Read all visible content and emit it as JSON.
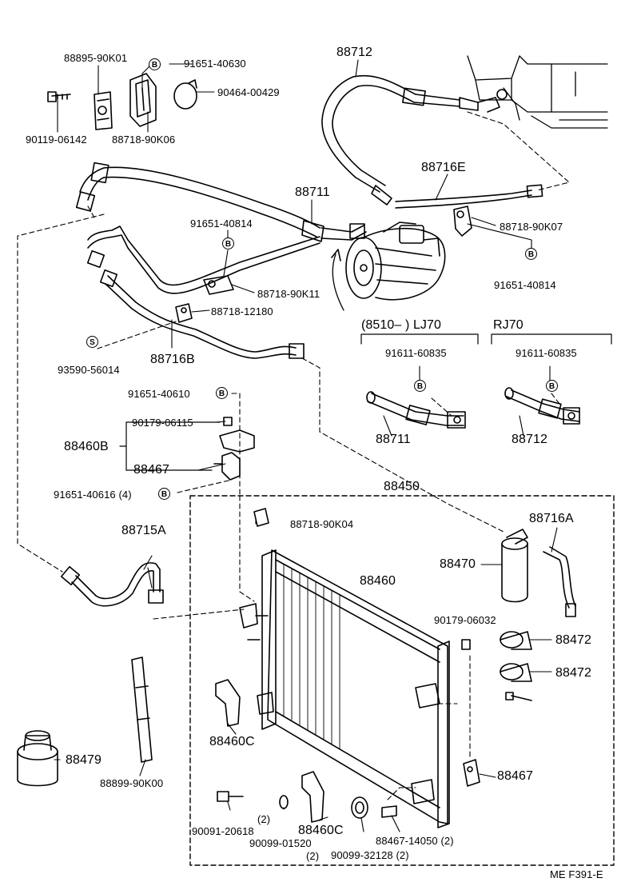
{
  "badges": {
    "b": "B",
    "s": "S"
  },
  "labels": {
    "p88895": "88895-90K01",
    "p91651_40630": "91651-40630",
    "p90464": "90464-00429",
    "p90119": "90119-06142",
    "p88718_90K06": "88718-90K06",
    "p88712_top": "88712",
    "p88716E": "88716E",
    "p88711_top": "88711",
    "p91651_40814_a": "91651-40814",
    "p88718_90K07": "88718-90K07",
    "p91651_40814_b": "91651-40814",
    "p88718_90K11": "88718-90K11",
    "p88718_12180": "88718-12180",
    "p93590": "93590-56014",
    "p88716B": "88716B",
    "p91651_40610": "91651-40610",
    "p90179_06115": "90179-06115",
    "p88460B": "88460B",
    "p88467_a": "88467",
    "p91651_40616": "91651-40616 (4)",
    "p88715A": "88715A",
    "p88450": "88450",
    "p88718_90K04": "88718-90K04",
    "p88716A": "88716A",
    "p88470": "88470",
    "p88460": "88460",
    "p90179_06032": "90179-06032",
    "p88472_a": "88472",
    "p88472_b": "88472",
    "p88460C_a": "88460C",
    "p88467_b": "88467",
    "p88479": "88479",
    "p88899": "88899-90K00",
    "p90091": "90091-20618",
    "p90091_qty": "(2)",
    "p90099_01520": "90099-01520",
    "p90099_01520_qty": "(2)",
    "p88460C_b": "88460C",
    "p90099_32128": "90099-32128 (2)",
    "p88467_14050": "88467-14050 (2)",
    "group_lj70": "(8510–        ) LJ70",
    "group_rj70": "RJ70",
    "p91611_a": "91611-60835",
    "p91611_b": "91611-60835",
    "p88711_inset": "88711",
    "p88712_inset": "88712",
    "footer": "ME  F391-E"
  }
}
